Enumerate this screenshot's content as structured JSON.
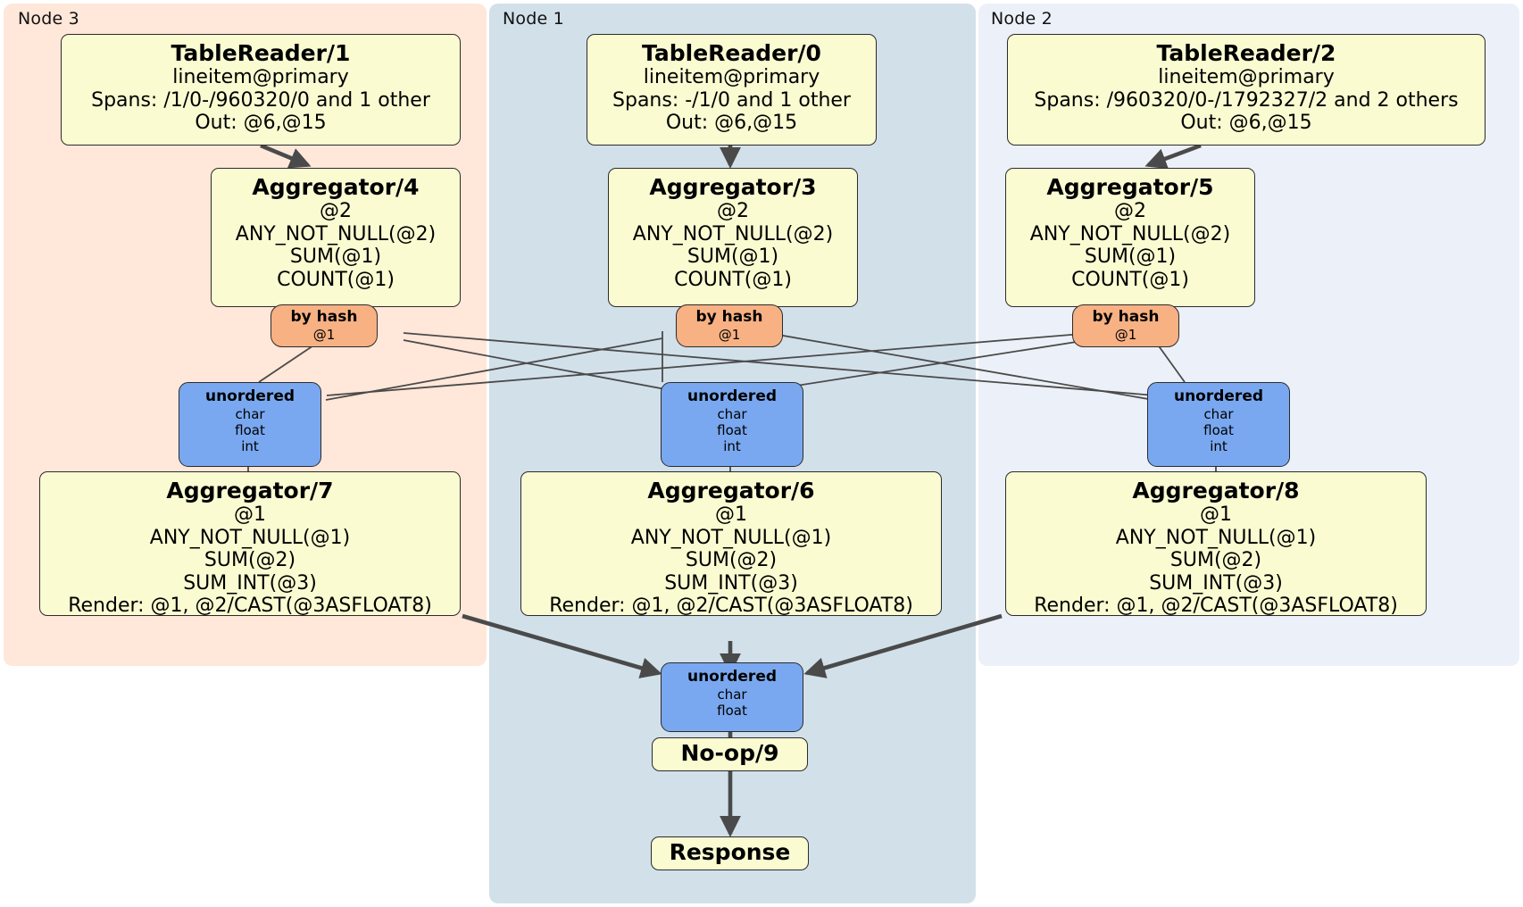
{
  "diagram": {
    "kind": "distributed-query-plan",
    "colors": {
      "node3_panel": "#FFE7D9",
      "node1_panel": "#D2E0EA",
      "node2_panel": "#ECF1F9",
      "processor_fill": "#FBFBD2",
      "router_fill": "#F7B183",
      "stream_fill": "#79A8F0",
      "edge": "#4A4A4A",
      "border": "#2B2B2B"
    }
  },
  "panels": [
    {
      "id": "node3",
      "label": "Node 3"
    },
    {
      "id": "node1",
      "label": "Node 1"
    },
    {
      "id": "node2",
      "label": "Node 2"
    }
  ],
  "readers": {
    "tr1": {
      "title": "TableReader/1",
      "lines": [
        "lineitem@primary",
        "Spans: /1/0-/960320/0 and 1 other",
        "Out: @6,@15"
      ]
    },
    "tr0": {
      "title": "TableReader/0",
      "lines": [
        "lineitem@primary",
        "Spans: -/1/0 and 1 other",
        "Out: @6,@15"
      ]
    },
    "tr2": {
      "title": "TableReader/2",
      "lines": [
        "lineitem@primary",
        "Spans: /960320/0-/1792327/2 and 2 others",
        "Out: @6,@15"
      ]
    }
  },
  "local_aggs": {
    "agg4": {
      "title": "Aggregator/4",
      "lines": [
        "@2",
        "ANY_NOT_NULL(@2)",
        "SUM(@1)",
        "COUNT(@1)"
      ]
    },
    "agg3": {
      "title": "Aggregator/3",
      "lines": [
        "@2",
        "ANY_NOT_NULL(@2)",
        "SUM(@1)",
        "COUNT(@1)"
      ]
    },
    "agg5": {
      "title": "Aggregator/5",
      "lines": [
        "@2",
        "ANY_NOT_NULL(@2)",
        "SUM(@1)",
        "COUNT(@1)"
      ]
    }
  },
  "routers": {
    "r_left": {
      "title": "by hash",
      "lines": [
        "@1"
      ]
    },
    "r_middle": {
      "title": "by hash",
      "lines": [
        "@1"
      ]
    },
    "r_right": {
      "title": "by hash",
      "lines": [
        "@1"
      ]
    }
  },
  "streams": {
    "s_left": {
      "title": "unordered",
      "lines": [
        "char",
        "float",
        "int"
      ]
    },
    "s_middle": {
      "title": "unordered",
      "lines": [
        "char",
        "float",
        "int"
      ]
    },
    "s_right": {
      "title": "unordered",
      "lines": [
        "char",
        "float",
        "int"
      ]
    },
    "s_final": {
      "title": "unordered",
      "lines": [
        "char",
        "float"
      ]
    }
  },
  "final_aggs": {
    "agg7": {
      "title": "Aggregator/7",
      "lines": [
        "@1",
        "ANY_NOT_NULL(@1)",
        "SUM(@2)",
        "SUM_INT(@3)",
        "Render: @1, @2/CAST(@3ASFLOAT8)"
      ]
    },
    "agg6": {
      "title": "Aggregator/6",
      "lines": [
        "@1",
        "ANY_NOT_NULL(@1)",
        "SUM(@2)",
        "SUM_INT(@3)",
        "Render: @1, @2/CAST(@3ASFLOAT8)"
      ]
    },
    "agg8": {
      "title": "Aggregator/8",
      "lines": [
        "@1",
        "ANY_NOT_NULL(@1)",
        "SUM(@2)",
        "SUM_INT(@3)",
        "Render: @1, @2/CAST(@3ASFLOAT8)"
      ]
    }
  },
  "terminal": {
    "noop": {
      "title": "No-op/9"
    },
    "response": {
      "title": "Response"
    }
  }
}
